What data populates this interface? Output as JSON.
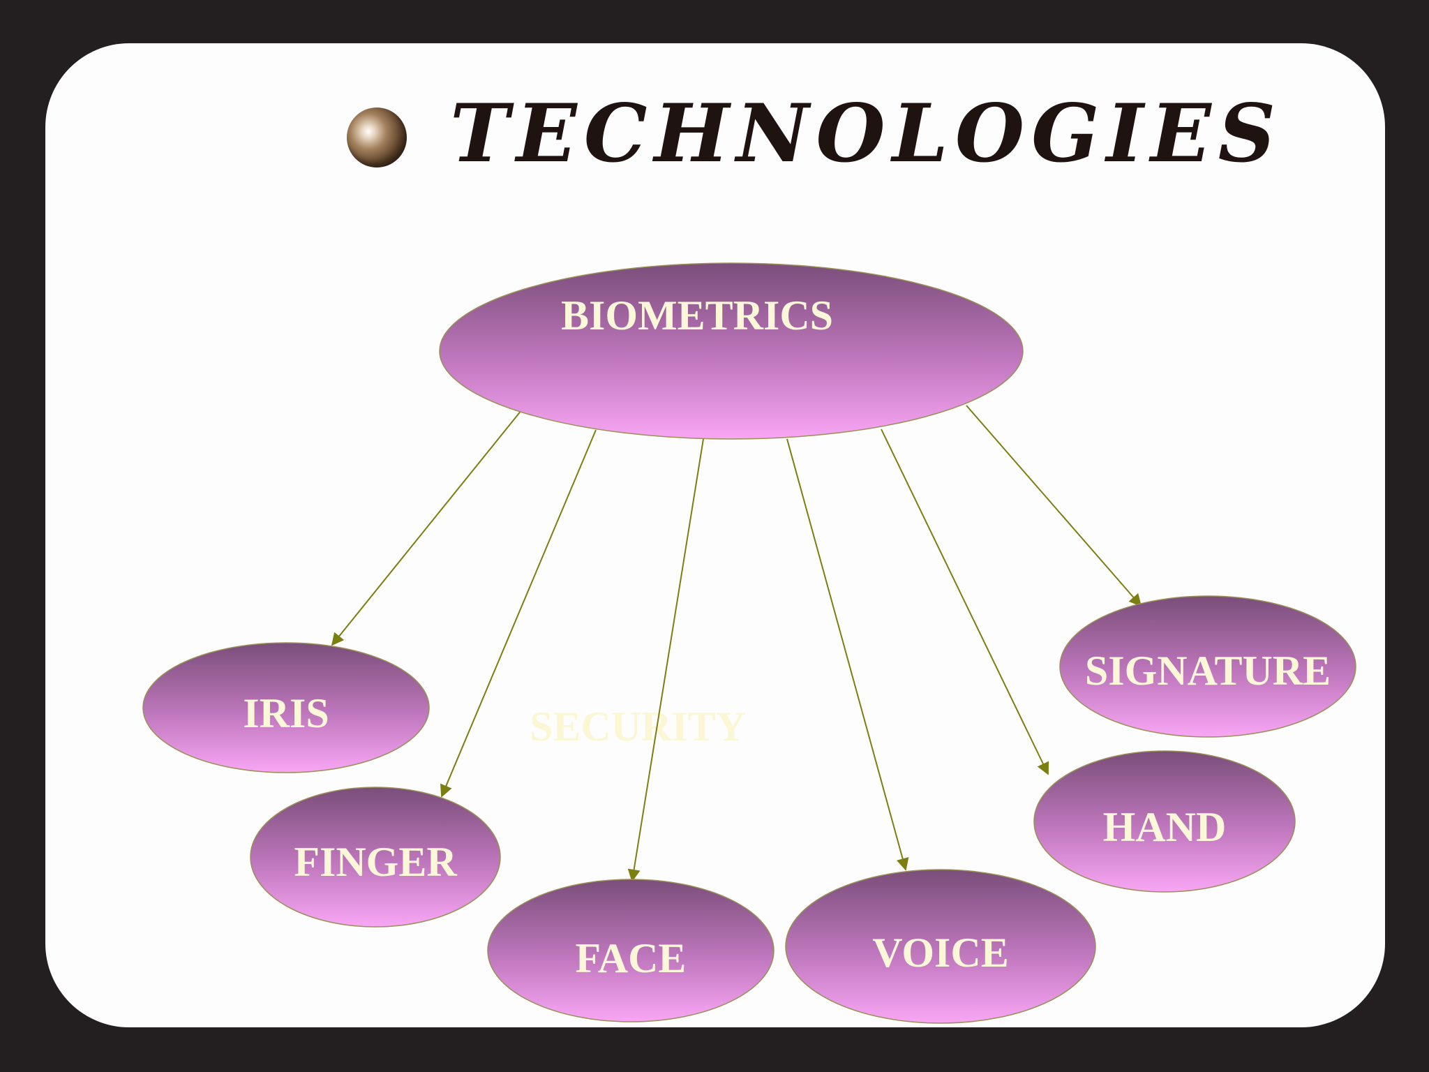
{
  "title": "TECHNOLOGIES",
  "center_node": "BIOMETRICS",
  "watermark_text": "SECURITY",
  "nodes": {
    "iris": "IRIS",
    "finger": "FINGER",
    "face": "FACE",
    "voice": "VOICE",
    "hand": "HAND",
    "signature": "SIGNATURE"
  },
  "colors": {
    "background": "#231f20",
    "slide": "#fdfdfd",
    "node_top": "#7a4e7a",
    "node_bottom": "#f4a0f0",
    "arrow": "#7a7f10",
    "label": "#fbf7d8"
  }
}
